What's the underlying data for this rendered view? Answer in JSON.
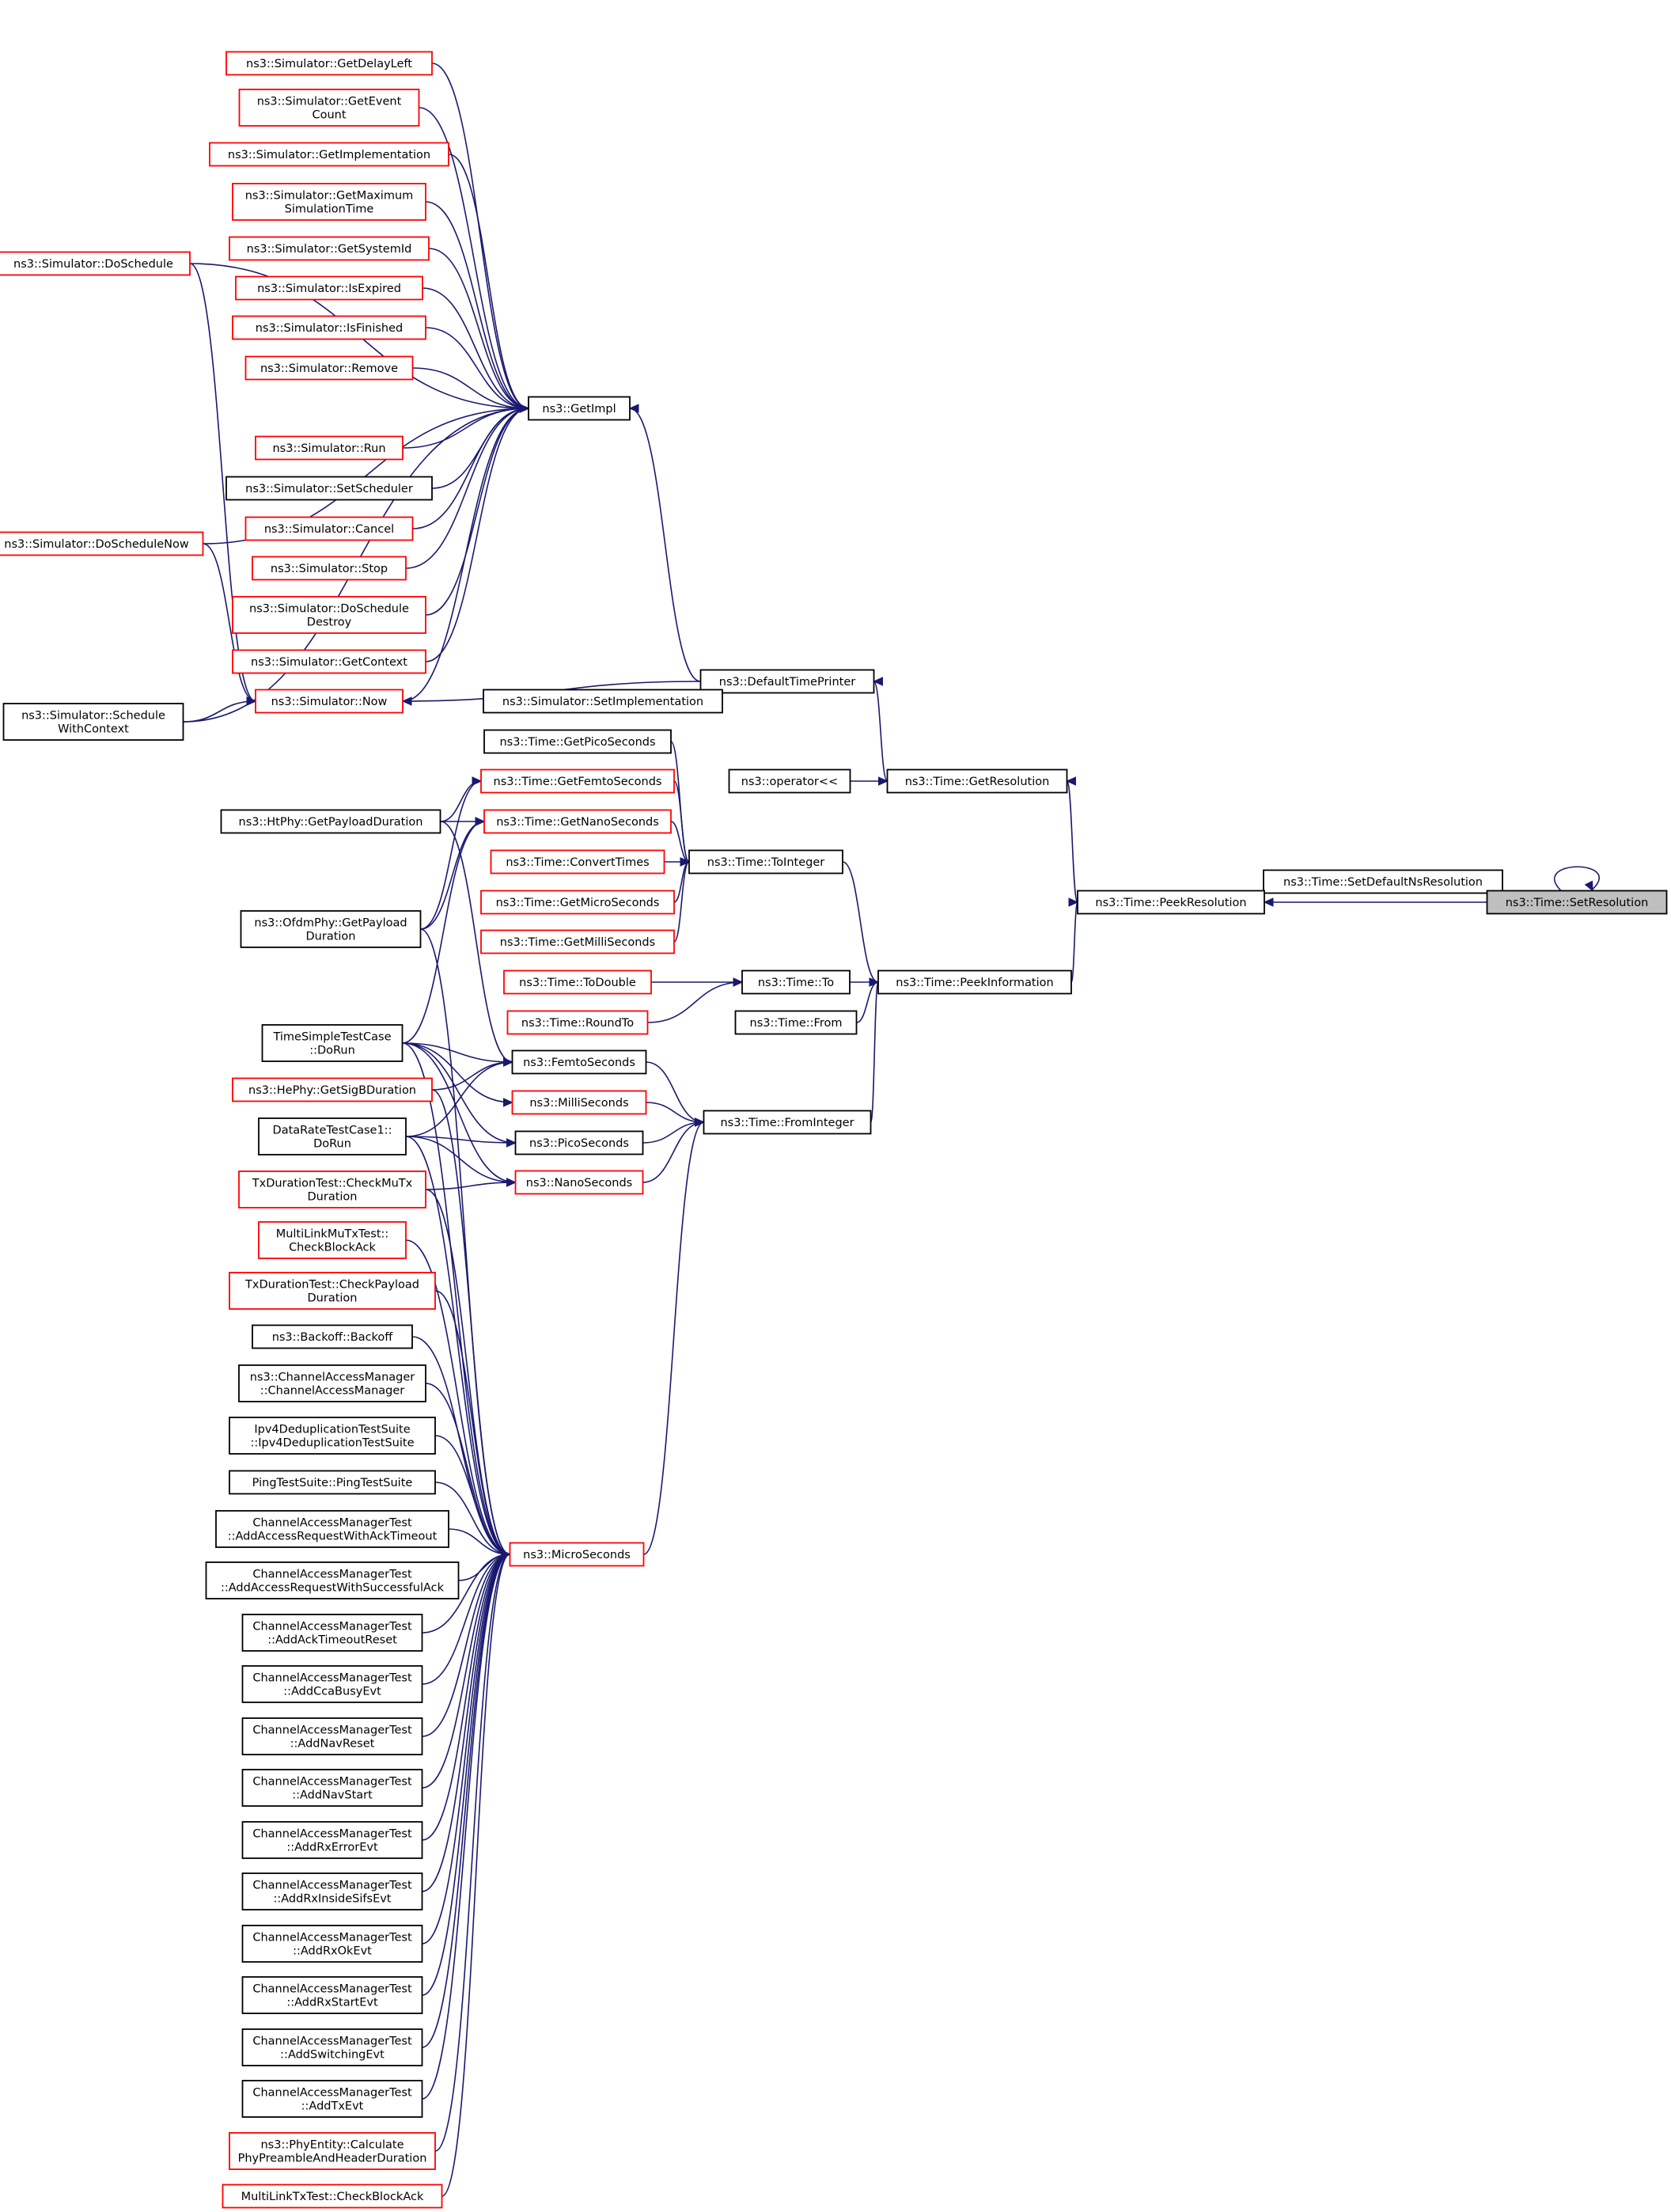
{
  "graph": {
    "colors": {
      "edge": "#191970",
      "border_normal": "#000000",
      "border_undocumented": "#ff0000",
      "current_fill": "#bfbfbf"
    },
    "nodes": [
      {
        "id": "n_getdelayleft",
        "lines": [
          "ns3::Simulator::GetDelayLeft"
        ],
        "color": "red"
      },
      {
        "id": "n_geteventcount",
        "lines": [
          "ns3::Simulator::GetEvent",
          "Count"
        ],
        "color": "red"
      },
      {
        "id": "n_getimplementation",
        "lines": [
          "ns3::Simulator::GetImplementation"
        ],
        "color": "red"
      },
      {
        "id": "n_getmaxsimtime",
        "lines": [
          "ns3::Simulator::GetMaximum",
          "SimulationTime"
        ],
        "color": "red"
      },
      {
        "id": "n_doschedule",
        "lines": [
          "ns3::Simulator::DoSchedule"
        ],
        "color": "red"
      },
      {
        "id": "n_getsystemid",
        "lines": [
          "ns3::Simulator::GetSystemId"
        ],
        "color": "red"
      },
      {
        "id": "n_isexpired",
        "lines": [
          "ns3::Simulator::IsExpired"
        ],
        "color": "red"
      },
      {
        "id": "n_isfinished",
        "lines": [
          "ns3::Simulator::IsFinished"
        ],
        "color": "red"
      },
      {
        "id": "n_remove",
        "lines": [
          "ns3::Simulator::Remove"
        ],
        "color": "red"
      },
      {
        "id": "n_getimpl",
        "lines": [
          "ns3::GetImpl"
        ],
        "color": "black"
      },
      {
        "id": "n_run",
        "lines": [
          "ns3::Simulator::Run"
        ],
        "color": "red"
      },
      {
        "id": "n_setscheduler",
        "lines": [
          "ns3::Simulator::SetScheduler"
        ],
        "color": "black"
      },
      {
        "id": "n_doschedulenow",
        "lines": [
          "ns3::Simulator::DoScheduleNow"
        ],
        "color": "red"
      },
      {
        "id": "n_cancel",
        "lines": [
          "ns3::Simulator::Cancel"
        ],
        "color": "red"
      },
      {
        "id": "n_stop",
        "lines": [
          "ns3::Simulator::Stop"
        ],
        "color": "red"
      },
      {
        "id": "n_doscheduledestroy",
        "lines": [
          "ns3::Simulator::DoSchedule",
          "Destroy"
        ],
        "color": "red"
      },
      {
        "id": "n_getcontext",
        "lines": [
          "ns3::Simulator::GetContext"
        ],
        "color": "red"
      },
      {
        "id": "n_defaulttimeprinter",
        "lines": [
          "ns3::DefaultTimePrinter"
        ],
        "color": "black"
      },
      {
        "id": "n_now",
        "lines": [
          "ns3::Simulator::Now"
        ],
        "color": "red"
      },
      {
        "id": "n_setimplementation",
        "lines": [
          "ns3::Simulator::SetImplementation"
        ],
        "color": "black"
      },
      {
        "id": "n_schedulewithcontext",
        "lines": [
          "ns3::Simulator::Schedule",
          "WithContext"
        ],
        "color": "black"
      },
      {
        "id": "n_getpicoseconds",
        "lines": [
          "ns3::Time::GetPicoSeconds"
        ],
        "color": "black"
      },
      {
        "id": "n_getfemtoseconds",
        "lines": [
          "ns3::Time::GetFemtoSeconds"
        ],
        "color": "red"
      },
      {
        "id": "n_operatorshl",
        "lines": [
          "ns3::operator<<"
        ],
        "color": "black"
      },
      {
        "id": "n_getresolution",
        "lines": [
          "ns3::Time::GetResolution"
        ],
        "color": "black"
      },
      {
        "id": "n_htphy",
        "lines": [
          "ns3::HtPhy::GetPayloadDuration"
        ],
        "color": "black"
      },
      {
        "id": "n_getnanoseconds",
        "lines": [
          "ns3::Time::GetNanoSeconds"
        ],
        "color": "red"
      },
      {
        "id": "n_converttimes",
        "lines": [
          "ns3::Time::ConvertTimes"
        ],
        "color": "red"
      },
      {
        "id": "n_tointeger",
        "lines": [
          "ns3::Time::ToInteger"
        ],
        "color": "black"
      },
      {
        "id": "n_setdefaultnsres",
        "lines": [
          "ns3::Time::SetDefaultNsResolution"
        ],
        "color": "black"
      },
      {
        "id": "n_peekresolution",
        "lines": [
          "ns3::Time::PeekResolution"
        ],
        "color": "black"
      },
      {
        "id": "n_setresolution",
        "lines": [
          "ns3::Time::SetResolution"
        ],
        "color": "current"
      },
      {
        "id": "n_getmicroseconds",
        "lines": [
          "ns3::Time::GetMicroSeconds"
        ],
        "color": "red"
      },
      {
        "id": "n_ofdmphy",
        "lines": [
          "ns3::OfdmPhy::GetPayload",
          "Duration"
        ],
        "color": "black"
      },
      {
        "id": "n_getmilliseconds",
        "lines": [
          "ns3::Time::GetMilliSeconds"
        ],
        "color": "red"
      },
      {
        "id": "n_todouble",
        "lines": [
          "ns3::Time::ToDouble"
        ],
        "color": "red"
      },
      {
        "id": "n_to",
        "lines": [
          "ns3::Time::To"
        ],
        "color": "black"
      },
      {
        "id": "n_peekinformation",
        "lines": [
          "ns3::Time::PeekInformation"
        ],
        "color": "black"
      },
      {
        "id": "n_roundto",
        "lines": [
          "ns3::Time::RoundTo"
        ],
        "color": "red"
      },
      {
        "id": "n_from",
        "lines": [
          "ns3::Time::From"
        ],
        "color": "black"
      },
      {
        "id": "n_timesimpletestcase",
        "lines": [
          "TimeSimpleTestCase",
          "::DoRun"
        ],
        "color": "black"
      },
      {
        "id": "n_femtoseconds",
        "lines": [
          "ns3::FemtoSeconds"
        ],
        "color": "black"
      },
      {
        "id": "n_hephy",
        "lines": [
          "ns3::HePhy::GetSigBDuration"
        ],
        "color": "red"
      },
      {
        "id": "n_milliseconds",
        "lines": [
          "ns3::MilliSeconds"
        ],
        "color": "red"
      },
      {
        "id": "n_frominteger",
        "lines": [
          "ns3::Time::FromInteger"
        ],
        "color": "black"
      },
      {
        "id": "n_dataratetestcase1",
        "lines": [
          "DataRateTestCase1::",
          "DoRun"
        ],
        "color": "black"
      },
      {
        "id": "n_picoseconds",
        "lines": [
          "ns3::PicoSeconds"
        ],
        "color": "black"
      },
      {
        "id": "n_checkmutx",
        "lines": [
          "TxDurationTest::CheckMuTx",
          "Duration"
        ],
        "color": "red"
      },
      {
        "id": "n_nanoseconds",
        "lines": [
          "ns3::NanoSeconds"
        ],
        "color": "red"
      },
      {
        "id": "n_multilinkmutx",
        "lines": [
          "MultiLinkMuTxTest::",
          "CheckBlockAck"
        ],
        "color": "red"
      },
      {
        "id": "n_checkpayload",
        "lines": [
          "TxDurationTest::CheckPayload",
          "Duration"
        ],
        "color": "red"
      },
      {
        "id": "n_backoff",
        "lines": [
          "ns3::Backoff::Backoff"
        ],
        "color": "black"
      },
      {
        "id": "n_chanaccmgr",
        "lines": [
          "ns3::ChannelAccessManager",
          "::ChannelAccessManager"
        ],
        "color": "black"
      },
      {
        "id": "n_ipv4dedup",
        "lines": [
          "Ipv4DeduplicationTestSuite",
          "::Ipv4DeduplicationTestSuite"
        ],
        "color": "black"
      },
      {
        "id": "n_pingtestsuite",
        "lines": [
          "PingTestSuite::PingTestSuite"
        ],
        "color": "black"
      },
      {
        "id": "n_addaccessacktimeout",
        "lines": [
          "ChannelAccessManagerTest",
          "::AddAccessRequestWithAckTimeout"
        ],
        "color": "black"
      },
      {
        "id": "n_microseconds",
        "lines": [
          "ns3::MicroSeconds"
        ],
        "color": "red"
      },
      {
        "id": "n_addaccesssuccessful",
        "lines": [
          "ChannelAccessManagerTest",
          "::AddAccessRequestWithSuccessfulAck"
        ],
        "color": "black"
      },
      {
        "id": "n_addacktimeoutreset",
        "lines": [
          "ChannelAccessManagerTest",
          "::AddAckTimeoutReset"
        ],
        "color": "black"
      },
      {
        "id": "n_addccabusyevt",
        "lines": [
          "ChannelAccessManagerTest",
          "::AddCcaBusyEvt"
        ],
        "color": "black"
      },
      {
        "id": "n_addnavreset",
        "lines": [
          "ChannelAccessManagerTest",
          "::AddNavReset"
        ],
        "color": "black"
      },
      {
        "id": "n_addnavstart",
        "lines": [
          "ChannelAccessManagerTest",
          "::AddNavStart"
        ],
        "color": "black"
      },
      {
        "id": "n_addrxerrorevt",
        "lines": [
          "ChannelAccessManagerTest",
          "::AddRxErrorEvt"
        ],
        "color": "black"
      },
      {
        "id": "n_addrxinsidesifsevt",
        "lines": [
          "ChannelAccessManagerTest",
          "::AddRxInsideSifsEvt"
        ],
        "color": "black"
      },
      {
        "id": "n_addrxokevt",
        "lines": [
          "ChannelAccessManagerTest",
          "::AddRxOkEvt"
        ],
        "color": "black"
      },
      {
        "id": "n_addrxstartevt",
        "lines": [
          "ChannelAccessManagerTest",
          "::AddRxStartEvt"
        ],
        "color": "black"
      },
      {
        "id": "n_addswitchingevt",
        "lines": [
          "ChannelAccessManagerTest",
          "::AddSwitchingEvt"
        ],
        "color": "black"
      },
      {
        "id": "n_addtxevt",
        "lines": [
          "ChannelAccessManagerTest",
          "::AddTxEvt"
        ],
        "color": "black"
      },
      {
        "id": "n_phyentity",
        "lines": [
          "ns3::PhyEntity::Calculate",
          "PhyPreambleAndHeaderDuration"
        ],
        "color": "red"
      },
      {
        "id": "n_multilinktx",
        "lines": [
          "MultiLinkTxTest::CheckBlockAck"
        ],
        "color": "red"
      }
    ],
    "edges": [
      [
        "n_getimpl",
        "n_getdelayleft"
      ],
      [
        "n_getimpl",
        "n_geteventcount"
      ],
      [
        "n_getimpl",
        "n_getimplementation"
      ],
      [
        "n_getimpl",
        "n_getmaxsimtime"
      ],
      [
        "n_getimpl",
        "n_doschedule"
      ],
      [
        "n_getimpl",
        "n_getsystemid"
      ],
      [
        "n_getimpl",
        "n_isexpired"
      ],
      [
        "n_getimpl",
        "n_isfinished"
      ],
      [
        "n_getimpl",
        "n_remove"
      ],
      [
        "n_getimpl",
        "n_doschedulenow"
      ],
      [
        "n_getimpl",
        "n_run"
      ],
      [
        "n_getimpl",
        "n_setscheduler"
      ],
      [
        "n_getimpl",
        "n_cancel"
      ],
      [
        "n_getimpl",
        "n_stop"
      ],
      [
        "n_getimpl",
        "n_doscheduledestroy"
      ],
      [
        "n_getimpl",
        "n_getcontext"
      ],
      [
        "n_getimpl",
        "n_now"
      ],
      [
        "n_getimpl",
        "n_schedulewithcontext"
      ],
      [
        "n_getimpl",
        "n_defaulttimeprinter"
      ],
      [
        "n_now",
        "n_doschedule"
      ],
      [
        "n_now",
        "n_doschedulenow"
      ],
      [
        "n_now",
        "n_schedulewithcontext"
      ],
      [
        "n_now",
        "n_defaulttimeprinter"
      ],
      [
        "n_defaulttimeprinter",
        "n_setimplementation"
      ],
      [
        "n_defaulttimeprinter",
        "n_getresolution"
      ],
      [
        "n_getresolution",
        "n_operatorshl"
      ],
      [
        "n_getresolution",
        "n_peekresolution"
      ],
      [
        "n_tointeger",
        "n_getpicoseconds"
      ],
      [
        "n_tointeger",
        "n_getfemtoseconds"
      ],
      [
        "n_tointeger",
        "n_getnanoseconds"
      ],
      [
        "n_tointeger",
        "n_converttimes"
      ],
      [
        "n_tointeger",
        "n_getmicroseconds"
      ],
      [
        "n_tointeger",
        "n_getmilliseconds"
      ],
      [
        "n_getfemtoseconds",
        "n_htphy"
      ],
      [
        "n_getfemtoseconds",
        "n_ofdmphy"
      ],
      [
        "n_getnanoseconds",
        "n_htphy"
      ],
      [
        "n_getnanoseconds",
        "n_ofdmphy"
      ],
      [
        "n_getnanoseconds",
        "n_timesimpletestcase"
      ],
      [
        "n_peekresolution",
        "n_setdefaultnsres"
      ],
      [
        "n_peekresolution",
        "n_setresolution"
      ],
      [
        "n_setresolution",
        "n_setresolution"
      ],
      [
        "n_peekinformation",
        "n_tointeger"
      ],
      [
        "n_peekinformation",
        "n_to"
      ],
      [
        "n_peekinformation",
        "n_from"
      ],
      [
        "n_peekinformation",
        "n_frominteger"
      ],
      [
        "n_peekresolution",
        "n_peekinformation"
      ],
      [
        "n_to",
        "n_todouble"
      ],
      [
        "n_to",
        "n_roundto"
      ],
      [
        "n_frominteger",
        "n_femtoseconds"
      ],
      [
        "n_frominteger",
        "n_milliseconds"
      ],
      [
        "n_frominteger",
        "n_picoseconds"
      ],
      [
        "n_frominteger",
        "n_nanoseconds"
      ],
      [
        "n_frominteger",
        "n_microseconds"
      ],
      [
        "n_femtoseconds",
        "n_timesimpletestcase"
      ],
      [
        "n_femtoseconds",
        "n_hephy"
      ],
      [
        "n_femtoseconds",
        "n_dataratetestcase1"
      ],
      [
        "n_femtoseconds",
        "n_htphy"
      ],
      [
        "n_milliseconds",
        "n_timesimpletestcase"
      ],
      [
        "n_picoseconds",
        "n_timesimpletestcase"
      ],
      [
        "n_picoseconds",
        "n_dataratetestcase1"
      ],
      [
        "n_nanoseconds",
        "n_timesimpletestcase"
      ],
      [
        "n_nanoseconds",
        "n_dataratetestcase1"
      ],
      [
        "n_nanoseconds",
        "n_checkmutx"
      ],
      [
        "n_microseconds",
        "n_timesimpletestcase"
      ],
      [
        "n_microseconds",
        "n_hephy"
      ],
      [
        "n_microseconds",
        "n_dataratetestcase1"
      ],
      [
        "n_microseconds",
        "n_ofdmphy"
      ],
      [
        "n_microseconds",
        "n_checkmutx"
      ],
      [
        "n_microseconds",
        "n_multilinkmutx"
      ],
      [
        "n_microseconds",
        "n_checkpayload"
      ],
      [
        "n_microseconds",
        "n_backoff"
      ],
      [
        "n_microseconds",
        "n_chanaccmgr"
      ],
      [
        "n_microseconds",
        "n_ipv4dedup"
      ],
      [
        "n_microseconds",
        "n_pingtestsuite"
      ],
      [
        "n_microseconds",
        "n_addaccessacktimeout"
      ],
      [
        "n_microseconds",
        "n_addaccesssuccessful"
      ],
      [
        "n_microseconds",
        "n_addacktimeoutreset"
      ],
      [
        "n_microseconds",
        "n_addccabusyevt"
      ],
      [
        "n_microseconds",
        "n_addnavreset"
      ],
      [
        "n_microseconds",
        "n_addnavstart"
      ],
      [
        "n_microseconds",
        "n_addrxerrorevt"
      ],
      [
        "n_microseconds",
        "n_addrxinsidesifsevt"
      ],
      [
        "n_microseconds",
        "n_addrxokevt"
      ],
      [
        "n_microseconds",
        "n_addrxstartevt"
      ],
      [
        "n_microseconds",
        "n_addswitchingevt"
      ],
      [
        "n_microseconds",
        "n_addtxevt"
      ],
      [
        "n_microseconds",
        "n_phyentity"
      ],
      [
        "n_microseconds",
        "n_multilinktx"
      ]
    ]
  }
}
